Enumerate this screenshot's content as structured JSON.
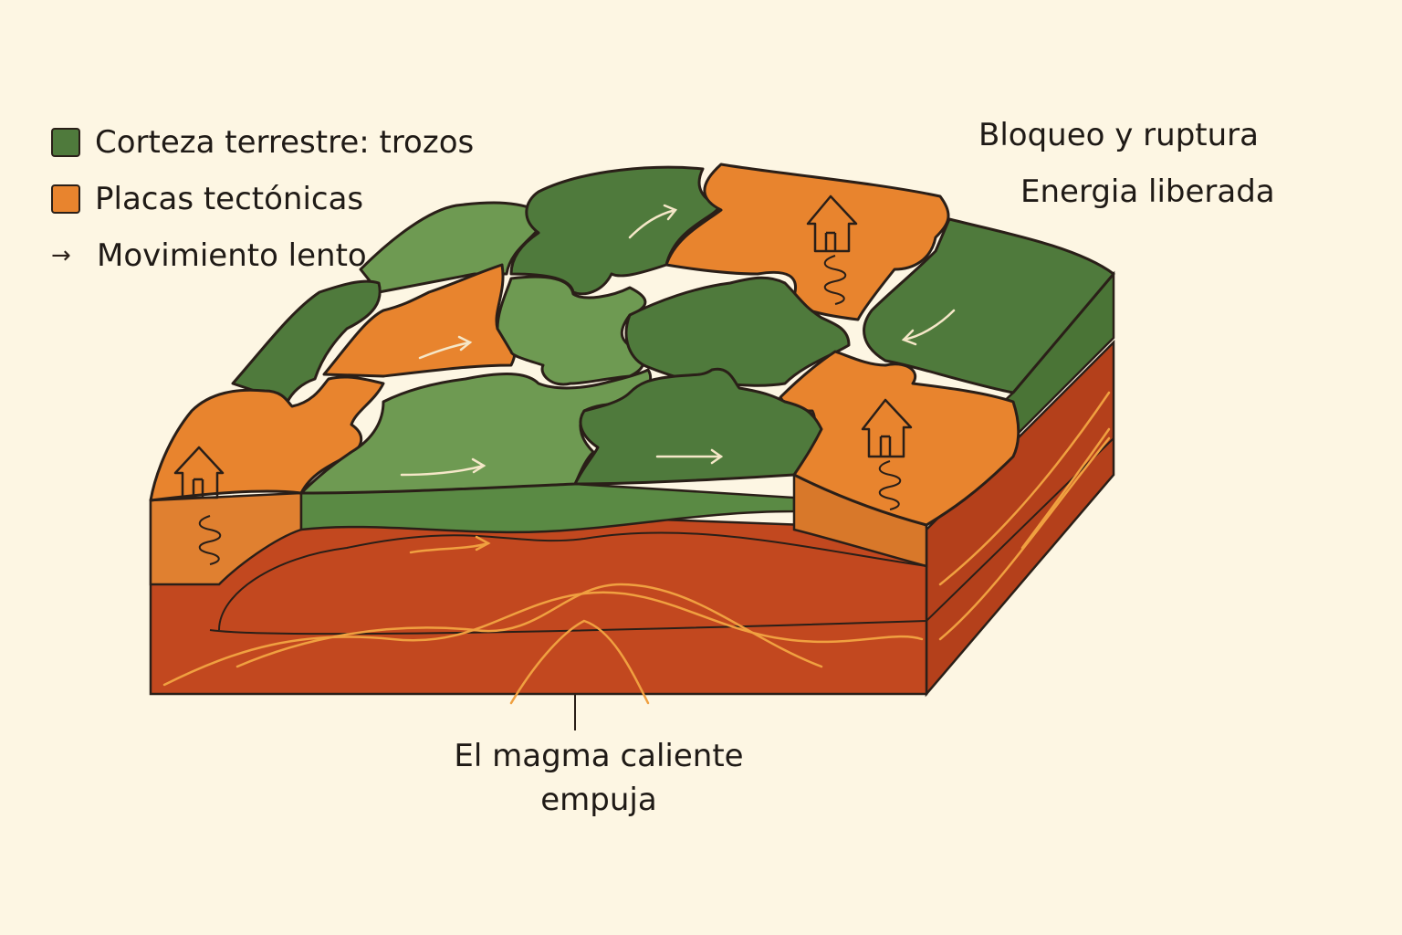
{
  "legend": {
    "items": [
      {
        "label": "Corteza terrestre: trozos",
        "color": "#4f7a3c",
        "icon": "swatch-square"
      },
      {
        "label": "Placas tectónicas",
        "color": "#e8842e",
        "icon": "swatch-square"
      },
      {
        "label": "Movimiento lento",
        "icon": "arrow-right"
      }
    ]
  },
  "labels": {
    "bloqueo": "Bloqueo y ruptura",
    "energia": "Energia liberada",
    "magma_line1": "El magma caliente",
    "magma_line2": "empuja"
  },
  "colors": {
    "crust_dark": "#4f7a3c",
    "crust_light": "#6e9a52",
    "plate": "#e8842e",
    "magma": "#c2481f",
    "background": "#fdf6e3"
  }
}
